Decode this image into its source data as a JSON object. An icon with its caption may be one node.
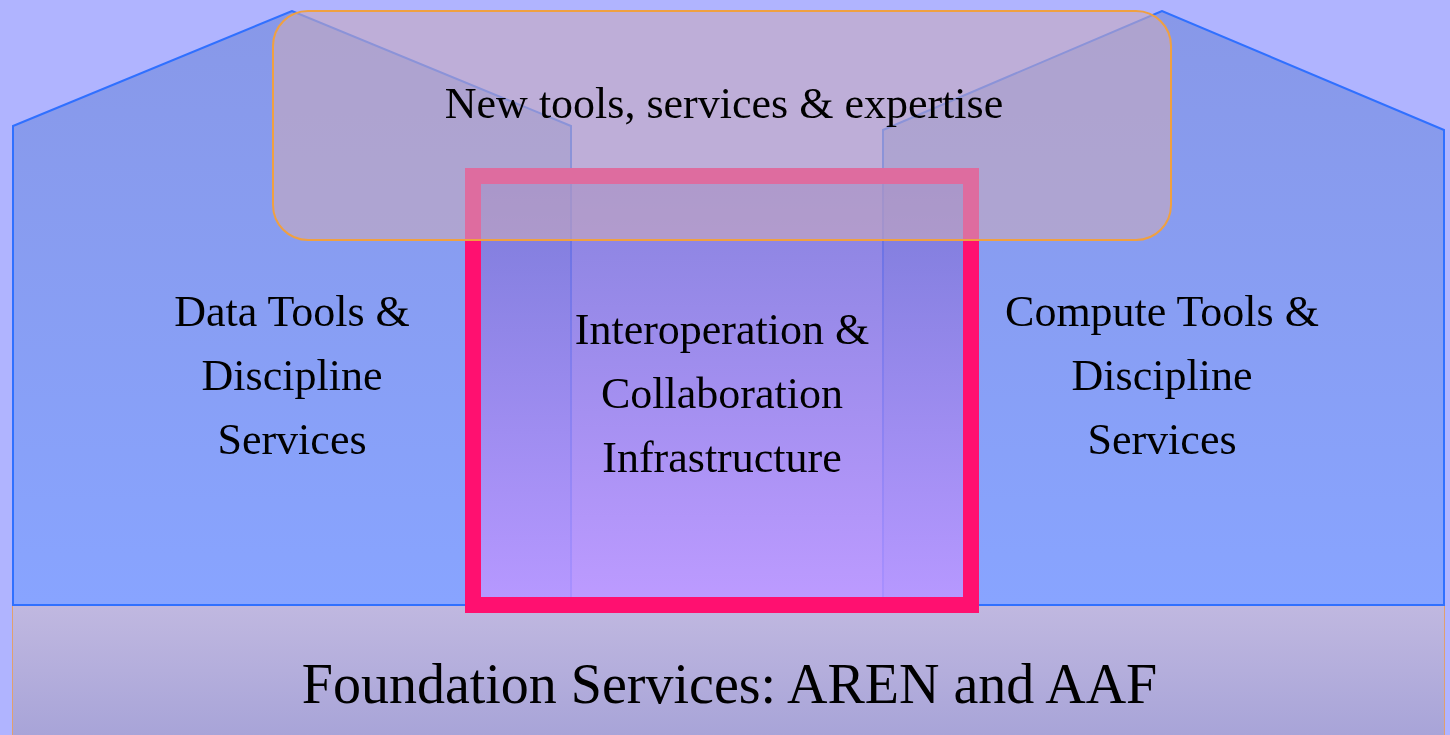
{
  "diagram": {
    "nodes": [
      {
        "text": [
          "Data Tools & Discipline Services"
        ]
      },
      {
        "text": [
          "Compute Tools & Discipline Services"
        ]
      },
      {
        "text": [
          "Foundation Services: AREN and AAF"
        ]
      },
      {
        "text": [
          "Interoperation & Collaboration Infrastructure"
        ]
      },
      {
        "text": [
          "New tools, services & expertise"
        ]
      }
    ]
  }
}
